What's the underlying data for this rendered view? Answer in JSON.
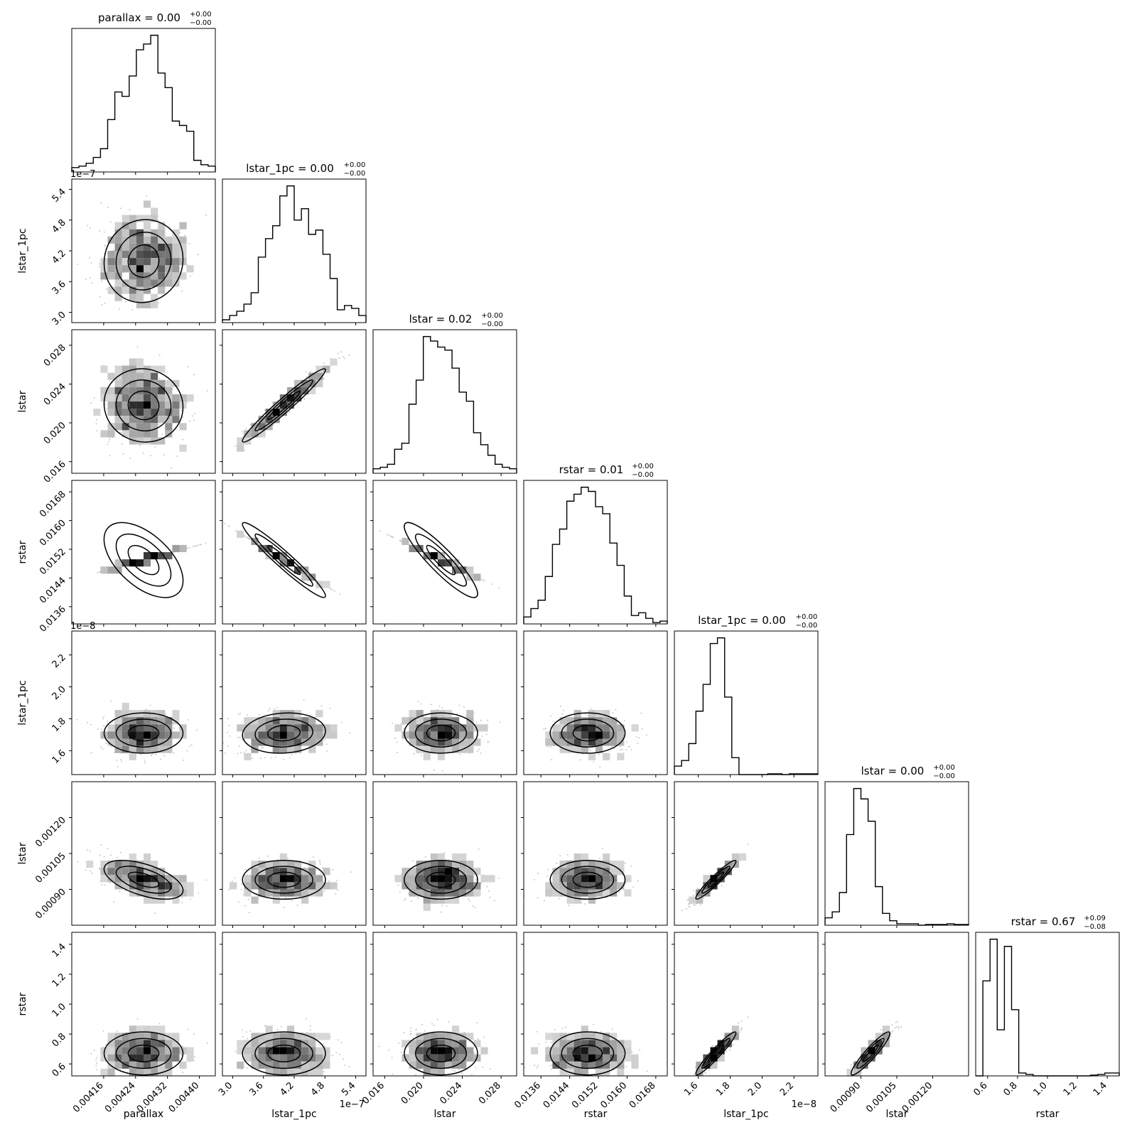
{
  "chart_data": {
    "type": "corner",
    "variables": [
      {
        "name": "parallax",
        "axis_label": "parallax",
        "title": "parallax = 0.00",
        "title_plus": "+0.00",
        "title_minus": "−0.00",
        "range": [
          0.00408,
          0.00444
        ],
        "ticks": [
          0.00416,
          0.00424,
          0.00432,
          0.0044
        ],
        "tick_labels": [
          "0.00416",
          "0.00424",
          "0.00432",
          "0.00440"
        ],
        "offset_text": "",
        "mean": 0.00426,
        "sd": 5.5e-05,
        "hist_bins": [
          0.03,
          0.04,
          0.06,
          0.1,
          0.16,
          0.36,
          0.55,
          0.52,
          0.66,
          0.84,
          0.88,
          0.94,
          0.68,
          0.58,
          0.35,
          0.32,
          0.28,
          0.08,
          0.05,
          0.04
        ]
      },
      {
        "name": "lstar_1pc",
        "axis_label": "lstar_1pc",
        "title": "lstar_1pc = 0.00",
        "title_plus": "+0.00",
        "title_minus": "−0.00",
        "range": [
          2.8e-07,
          5.6e-07
        ],
        "ticks": [
          3e-07,
          3.6e-07,
          4.2e-07,
          4.8e-07,
          5.4e-07
        ],
        "tick_labels": [
          "3.0",
          "3.6",
          "4.2",
          "4.8",
          "5.4"
        ],
        "offset_text": "1e−7",
        "mean": 4e-07,
        "sd": 4.5e-08,
        "hist_bins": [
          0.02,
          0.05,
          0.08,
          0.13,
          0.21,
          0.46,
          0.59,
          0.68,
          0.89,
          0.96,
          0.72,
          0.8,
          0.62,
          0.65,
          0.48,
          0.31,
          0.09,
          0.12,
          0.1,
          0.05
        ]
      },
      {
        "name": "lstar",
        "axis_label": "lstar",
        "title": "lstar = 0.02",
        "title_plus": "+0.00",
        "title_minus": "−0.00",
        "range": [
          0.0148,
          0.0296
        ],
        "ticks": [
          0.016,
          0.02,
          0.024,
          0.028
        ],
        "tick_labels": [
          "0.016",
          "0.020",
          "0.024",
          "0.028"
        ],
        "offset_text": "",
        "mean": 0.0218,
        "sd": 0.0021,
        "hist_bins": [
          0.03,
          0.04,
          0.06,
          0.16,
          0.2,
          0.46,
          0.62,
          0.91,
          0.88,
          0.84,
          0.82,
          0.7,
          0.54,
          0.48,
          0.27,
          0.19,
          0.12,
          0.06,
          0.04,
          0.03
        ]
      },
      {
        "name": "rstar",
        "axis_label": "rstar",
        "title": "rstar = 0.01",
        "title_plus": "+0.00",
        "title_minus": "−0.00",
        "range": [
          0.01312,
          0.01712
        ],
        "ticks": [
          0.0136,
          0.0144,
          0.0152,
          0.016,
          0.0168
        ],
        "tick_labels": [
          "0.0136",
          "0.0144",
          "0.0152",
          "0.0160",
          "0.0168"
        ],
        "offset_text": "",
        "mean": 0.0149,
        "sd": 0.00058,
        "hist_bins": [
          0.05,
          0.11,
          0.17,
          0.34,
          0.57,
          0.68,
          0.88,
          0.93,
          0.98,
          0.95,
          0.84,
          0.79,
          0.58,
          0.42,
          0.2,
          0.06,
          0.08,
          0.04,
          0.01,
          0.02
        ]
      },
      {
        "name": "lstar_1pc",
        "axis_label": "lstar_1pc",
        "title": "lstar_1pc = 0.00",
        "title_plus": "+0.00",
        "title_minus": "−0.00",
        "range": [
          1.45e-08,
          2.35e-08
        ],
        "ticks": [
          1.6e-08,
          1.8e-08,
          2e-08,
          2.2e-08
        ],
        "tick_labels": [
          "1.6",
          "1.8",
          "2.0",
          "2.2"
        ],
        "offset_text": "1e−8",
        "mean": 1.71e-08,
        "sd": 7e-10,
        "hist_bins": [
          0.06,
          0.1,
          0.22,
          0.45,
          0.64,
          0.93,
          0.97,
          0.55,
          0.12,
          0.0,
          0.0,
          0.0,
          0.0,
          0.005,
          0.005,
          0.0,
          0.005,
          0.005,
          0.005,
          0.005
        ]
      },
      {
        "name": "lstar",
        "axis_label": "lstar",
        "title": "lstar = 0.00",
        "title_plus": "+0.00",
        "title_minus": "−0.00",
        "range": [
          0.00075,
          0.00135
        ],
        "ticks": [
          0.0009,
          0.00105,
          0.0012
        ],
        "tick_labels": [
          "0.00090",
          "0.00105",
          "0.00120"
        ],
        "offset_text": "",
        "mean": 0.00094,
        "sd": 4.5e-05,
        "hist_bins": [
          0.05,
          0.09,
          0.22,
          0.61,
          0.92,
          0.85,
          0.7,
          0.26,
          0.08,
          0.03,
          0.01,
          0.01,
          0.01,
          0.0,
          0.005,
          0.005,
          0.005,
          0.01,
          0.005,
          0.005
        ]
      },
      {
        "name": "rstar",
        "axis_label": "rstar",
        "title": "rstar = 0.67",
        "title_plus": "+0.09",
        "title_minus": "−0.08",
        "range": [
          0.52,
          1.48
        ],
        "ticks": [
          0.6,
          0.8,
          1.0,
          1.2,
          1.4
        ],
        "tick_labels": [
          "0.6",
          "0.8",
          "1.0",
          "1.2",
          "1.4"
        ],
        "offset_text": "",
        "mean": 0.67,
        "sd": 0.08,
        "hist_bins": [
          0.0,
          0.66,
          0.95,
          0.32,
          0.9,
          0.46,
          0.02,
          0.01,
          0.0,
          0.0,
          0.0,
          0.0,
          0.0,
          0.0,
          0.0,
          0.0,
          0.005,
          0.01,
          0.02,
          0.02
        ]
      }
    ],
    "correlations": [
      [
        1,
        0.05,
        -0.05,
        -0.55,
        0.0,
        -0.55,
        0.0
      ],
      [
        0.05,
        1,
        0.97,
        -0.96,
        0.1,
        0.0,
        0.0
      ],
      [
        -0.05,
        0.97,
        1,
        -0.9,
        0.0,
        0.0,
        0.0
      ],
      [
        -0.55,
        -0.96,
        -0.9,
        1,
        0.0,
        0.0,
        0.0
      ],
      [
        0.0,
        0.1,
        0.0,
        0.0,
        1,
        0.95,
        0.95
      ],
      [
        -0.55,
        0.0,
        0.0,
        0.0,
        0.95,
        1,
        0.93
      ],
      [
        0.0,
        0.0,
        0.0,
        0.0,
        0.95,
        0.93,
        1
      ]
    ],
    "grid": false,
    "legend": "none"
  }
}
